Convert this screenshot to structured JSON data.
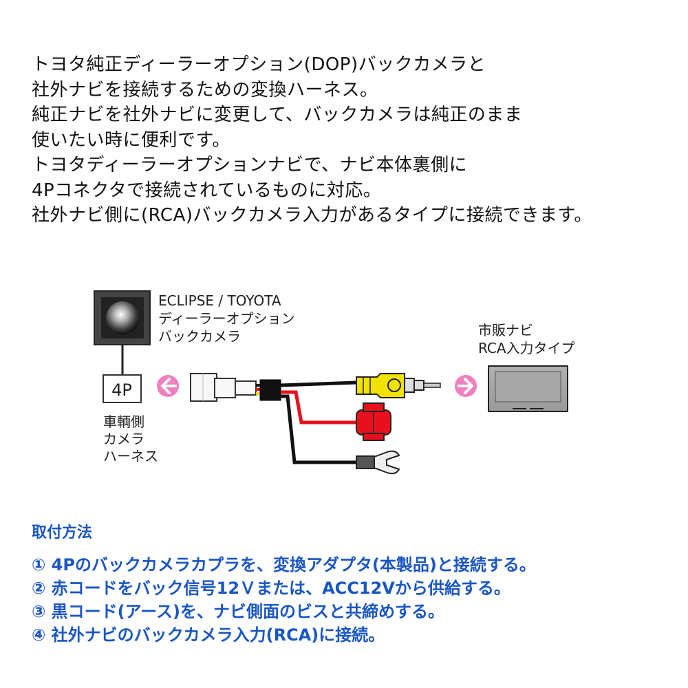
{
  "intro_lines": [
    "トヨタ純正ディーラーオプション(DOP)バックカメラと",
    "社外ナビを接続するための変換ハーネス。",
    "純正ナビを社外ナビに変更して、バックカメラは純正のまま",
    "使いたい時に便利です。",
    "トヨタディーラーオプションナビで、ナビ本体裏側に",
    "4Pコネクタで接続されているものに対応。",
    "社外ナビ側に(RCA)バックカメラ入力があるタイプに接続できます。"
  ],
  "diagram": {
    "camera_label": [
      "ECLIPSE / TOYOTA",
      "ディーラーオプション",
      "バックカメラ"
    ],
    "connector_label": "4P",
    "harness_label": [
      "車輌側",
      "カメラ",
      "ハーネス"
    ],
    "navi_label": [
      "市販ナビ",
      "RCA入力タイプ"
    ],
    "colors": {
      "arrow": "#f080c0",
      "red_wire": "#e8101c",
      "black_wire": "#111111",
      "yellow_wire": "#f5d800",
      "rca_plug": "#f2e200"
    }
  },
  "instructions": {
    "heading": "取付方法",
    "steps": [
      "① 4Pのバックカメラカプラを、変換アダプタ(本製品)と接続する。",
      "② 赤コードをバック信号12Ｖまたは、ACC12Vから供給する。",
      "③ 黒コード(アース)を、ナビ側面のビスと共締めする。",
      "④ 社外ナビのバックカメラ入力(RCA)に接続。"
    ],
    "color": "#1a56c4"
  }
}
